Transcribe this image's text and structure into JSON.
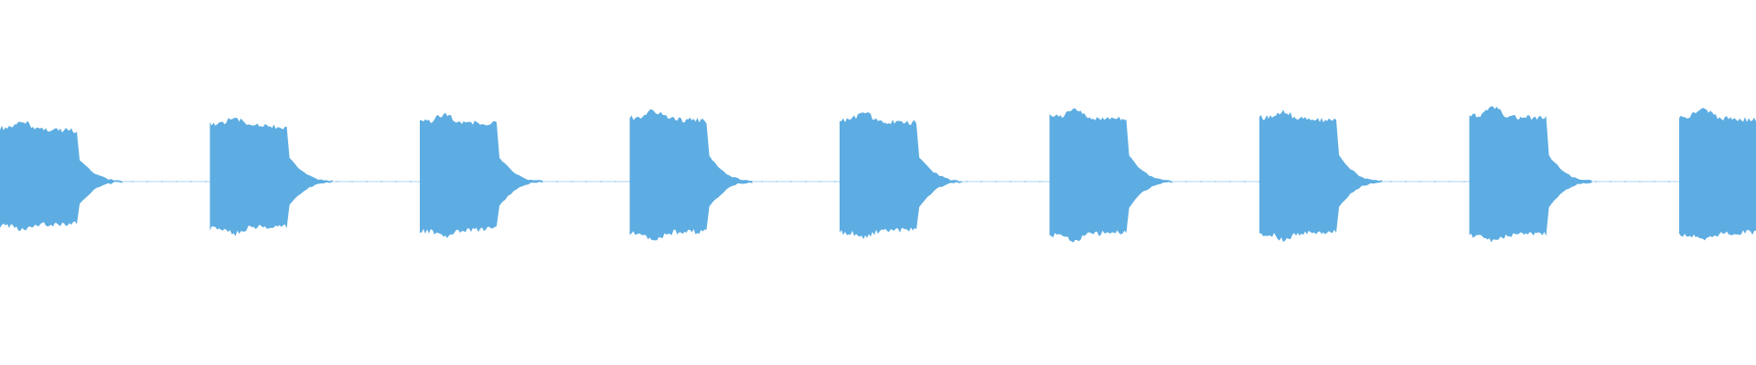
{
  "waveform": {
    "color": "#5dade2",
    "background": "#ffffff",
    "bursts": [
      {
        "index": 1,
        "amplitude": 0.84
      },
      {
        "index": 2,
        "amplitude": 0.9
      },
      {
        "index": 3,
        "amplitude": 0.95
      },
      {
        "index": 4,
        "amplitude": 1.0
      },
      {
        "index": 5,
        "amplitude": 0.97
      },
      {
        "index": 6,
        "amplitude": 1.02
      },
      {
        "index": 7,
        "amplitude": 1.0
      },
      {
        "index": 8,
        "amplitude": 1.04
      },
      {
        "index": 9,
        "amplitude": 1.02
      }
    ]
  }
}
